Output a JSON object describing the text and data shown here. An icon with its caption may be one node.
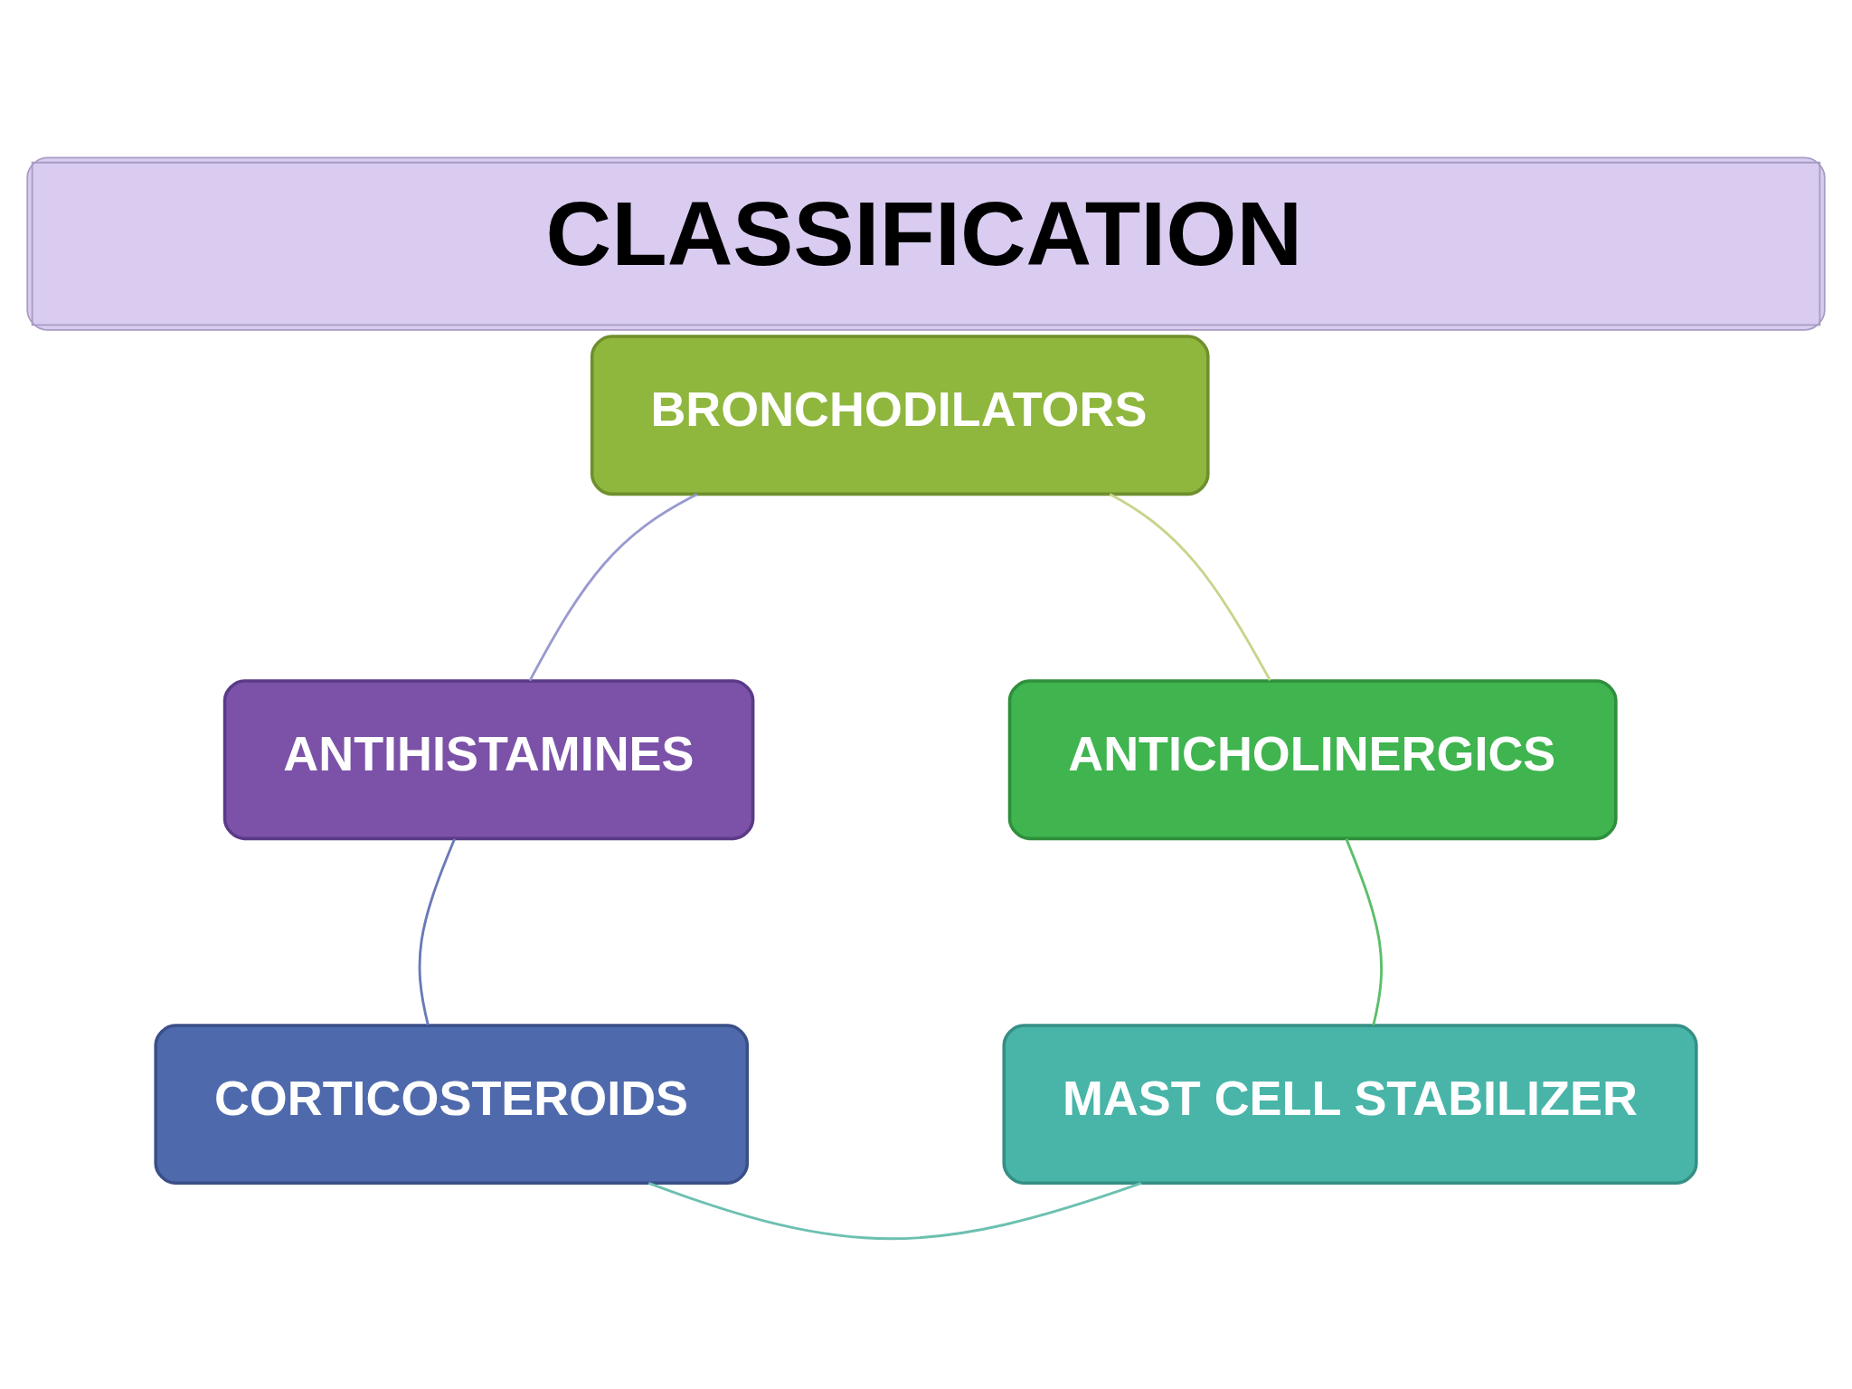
{
  "diagram": {
    "title": "CLASSIFICATION",
    "nodes": [
      {
        "text": [
          "BRONCHODILATORS"
        ]
      },
      {
        "text": [
          "ANTIHISTAMINES"
        ]
      },
      {
        "text": [
          "ANTICHOLINERGICS"
        ]
      },
      {
        "text": [
          "CORTICOSTEROIDS"
        ]
      },
      {
        "text": [
          "MAST CELL STABILIZER"
        ]
      }
    ],
    "edges": [
      {
        "from": 0,
        "to": 2,
        "arrow": "none",
        "color": "#c8d48a"
      },
      {
        "from": 2,
        "to": 4,
        "arrow": "none",
        "color": "#5cbf6c"
      },
      {
        "from": 4,
        "to": 3,
        "arrow": "none",
        "color": "#6cc0b0"
      },
      {
        "from": 3,
        "to": 1,
        "arrow": "none",
        "color": "#6a7ab8"
      },
      {
        "from": 1,
        "to": 0,
        "arrow": "none",
        "color": "#9a9ad0"
      }
    ]
  }
}
